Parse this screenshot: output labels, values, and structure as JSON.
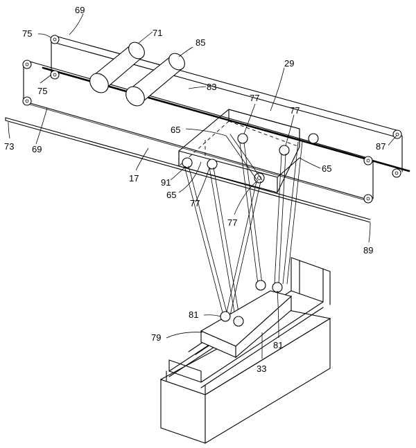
{
  "labels": {
    "l69_top": "69",
    "l75_top": "75",
    "l71": "71",
    "l85": "85",
    "l29": "29",
    "l75_mid": "75",
    "l83": "83",
    "l77_a": "77",
    "l77_b": "77",
    "l65_a": "65",
    "l73": "73",
    "l69_left": "69",
    "l87": "87",
    "l17": "17",
    "l65_b": "65",
    "l91": "91",
    "l65_c": "65",
    "l77_c": "77",
    "l77_d": "77",
    "l89": "89",
    "l81_a": "81",
    "l79": "79",
    "l81_b": "81",
    "l33": "33"
  }
}
